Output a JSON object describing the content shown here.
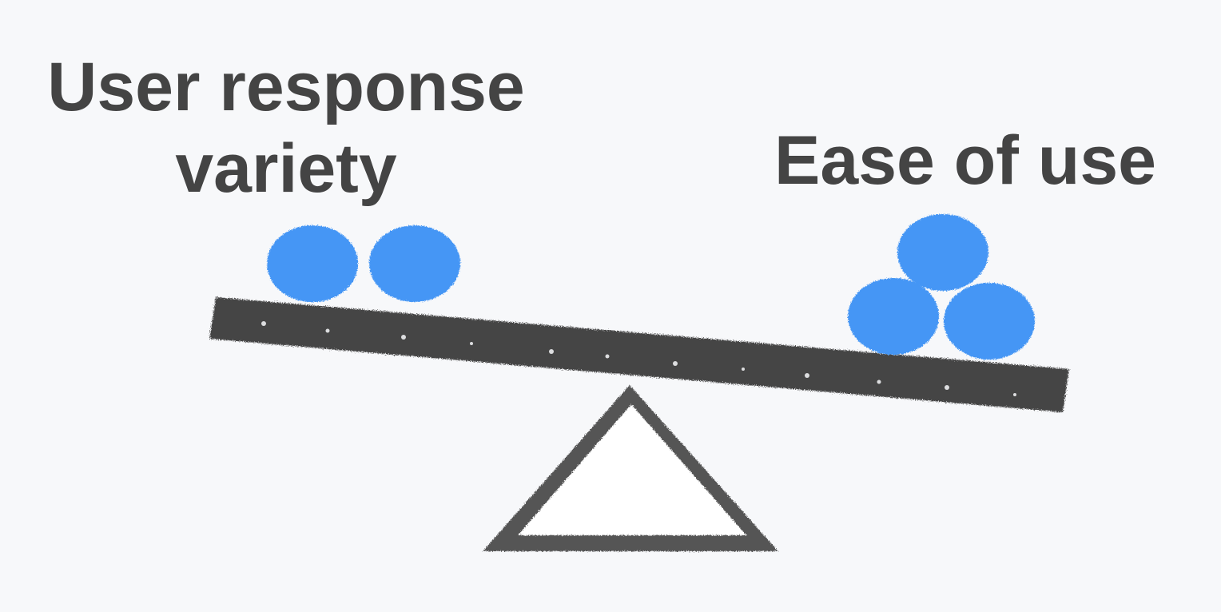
{
  "left_side": {
    "label_line1": "User response",
    "label_line2": "variety",
    "weight_count": 2
  },
  "right_side": {
    "label": "Ease of use",
    "weight_count": 3
  },
  "colors": {
    "background": "#f7f8fa",
    "text": "#444444",
    "beam": "#444444",
    "fulcrum_outline": "#555555",
    "fulcrum_fill": "#ffffff",
    "weight": "#4496f5"
  }
}
